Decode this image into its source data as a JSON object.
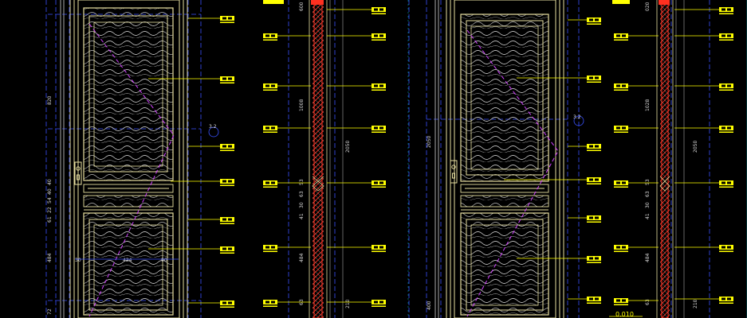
{
  "colors": {
    "background": "#000000",
    "door_frame": "#e8e0a0",
    "wood_grain": "#c8c8c8",
    "dimension_blue": "#3a52ff",
    "leader_yellow": "#ffff00",
    "tag_fill": "#ffff00",
    "section_red": "#ff3020",
    "swing_magenta": "#d040ff",
    "cyan_line": "#00c8d0"
  },
  "left_elevation": {
    "section_mark": "3.2",
    "width_dim_left": "30",
    "width_dim_center": "424",
    "width_dim_right": "90",
    "dims_left_col": [
      "820",
      "40",
      "40",
      "54",
      "22",
      "61",
      "484",
      "72"
    ],
    "dims_mid_col": [
      "600",
      "1008",
      "53",
      "63",
      "30",
      "41",
      "484",
      "63"
    ],
    "height_total": "2050",
    "height_bottom": "210"
  },
  "right_elevation": {
    "section_mark": "3.2",
    "height_total_left": "2050",
    "dims_left_col": [
      "400"
    ],
    "dims_mid_col": [
      "020",
      "1028",
      "53",
      "63",
      "30",
      "41",
      "484",
      "63"
    ],
    "height_total": "2050",
    "height_bottom": "210",
    "level_label": "0.010"
  }
}
